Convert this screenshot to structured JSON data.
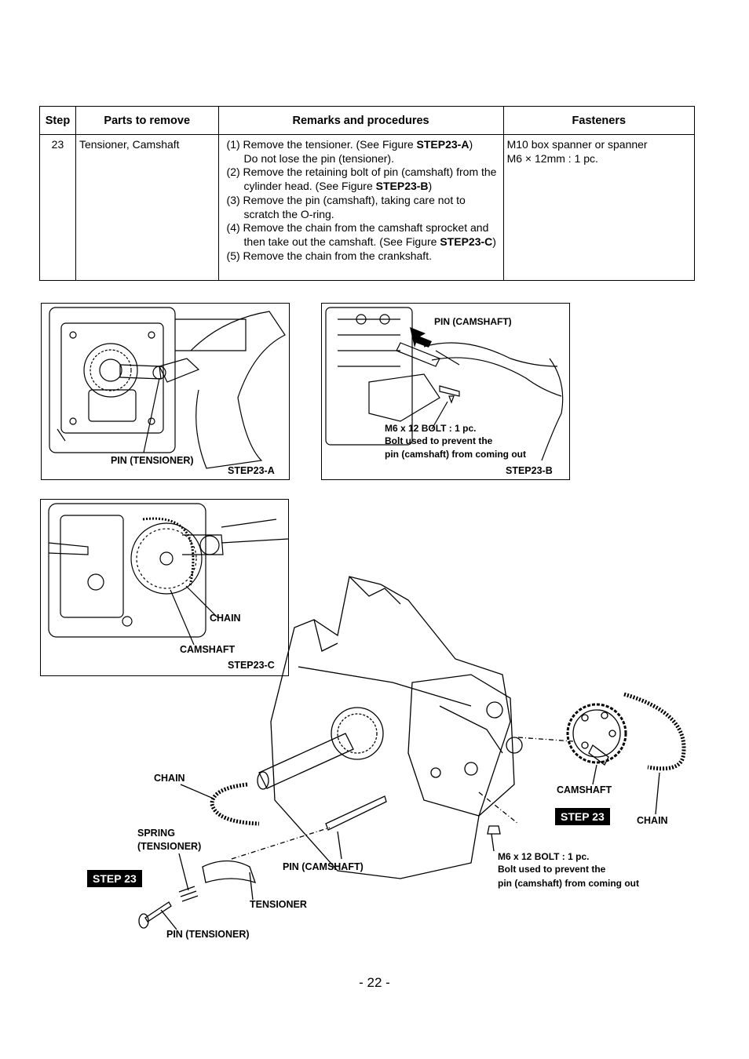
{
  "table": {
    "headers": [
      "Step",
      "Parts to remove",
      "Remarks and procedures",
      "Fasteners"
    ],
    "row": {
      "step": "23",
      "parts": "Tensioner, Camshaft",
      "procedures": [
        {
          "pre": "(1) Remove the tensioner. (See Figure ",
          "ref": "STEP23-A",
          "post": ")"
        },
        {
          "pre": "Do not lose the  pin (tensioner).",
          "ref": "",
          "post": ""
        },
        {
          "pre": "(2) Remove the retaining bolt of pin (camshaft) from the cylinder head. (See Figure ",
          "ref": "STEP23-B",
          "post": ")"
        },
        {
          "pre": "(3) Remove the pin (camshaft), taking care not to scratch the O-ring.",
          "ref": "",
          "post": ""
        },
        {
          "pre": "(4) Remove the chain from the camshaft sprocket and then take out the camshaft. (See Figure ",
          "ref": "STEP23-C",
          "post": ")"
        },
        {
          "pre": "(5) Remove the chain from the crankshaft.",
          "ref": "",
          "post": ""
        }
      ],
      "fasteners": [
        "M10 box spanner or spanner",
        "M6 × 12mm : 1 pc."
      ]
    }
  },
  "figA": {
    "label_pin": "PIN (TENSIONER)",
    "caption": "STEP23-A"
  },
  "figB": {
    "label_pin": "PIN (CAMSHAFT)",
    "bolt_line1": "M6 x 12 BOLT : 1 pc.",
    "bolt_line2": "Bolt used to prevent the",
    "bolt_line3": "pin (camshaft) from coming out",
    "caption": "STEP23-B"
  },
  "figC": {
    "label_chain": "CHAIN",
    "label_camshaft": "CAMSHAFT",
    "caption": "STEP23-C"
  },
  "exploded": {
    "chain_left": "CHAIN",
    "spring_line1": "SPRING",
    "spring_line2": "(TENSIONER)",
    "step_left": "STEP 23",
    "pin_camshaft": "PIN (CAMSHAFT)",
    "tensioner": "TENSIONER",
    "pin_tensioner": "PIN (TENSIONER)",
    "camshaft": "CAMSHAFT",
    "step_right": "STEP 23",
    "chain_right": "CHAIN",
    "bolt_line1": "M6 x 12 BOLT : 1 pc.",
    "bolt_line2": "Bolt used to prevent the",
    "bolt_line3": "pin (camshaft) from coming out"
  },
  "page_number": "- 22 -"
}
